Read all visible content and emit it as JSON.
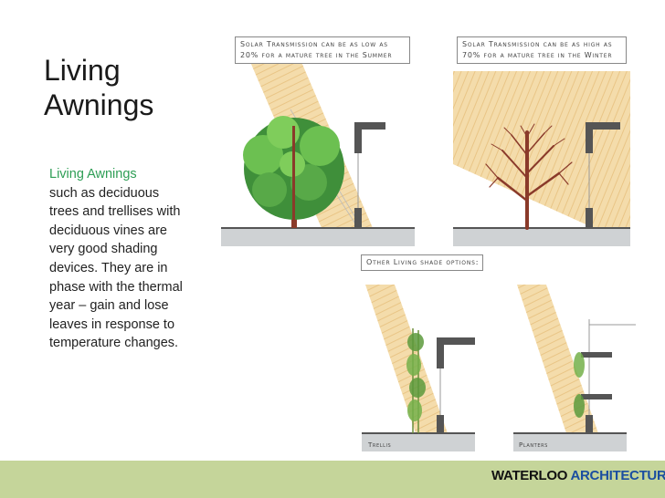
{
  "slide": {
    "title": "Living Awnings",
    "highlight": "Living Awnings",
    "body": "such as deciduous trees  and trellises with deciduous vines are very good shading devices.  They are in phase with the thermal year – gain and lose leaves in response to temperature changes."
  },
  "captions": {
    "summer": "Solar Transmission can be as low as 20% for a mature tree in the Summer",
    "winter": "Solar Transmission can be as high as 70% for a mature tree in the Winter",
    "other": "Other Living shade options:",
    "trellis": "Trellis",
    "planters": "Planters"
  },
  "logo": {
    "brand": "WATERLOO",
    "sub": "ARCHITECTURE"
  },
  "colors": {
    "accent": "#2e9e55",
    "footer": "#c5d59a",
    "sun": "#f3d9a8",
    "foliage": "#3f8f3a"
  }
}
